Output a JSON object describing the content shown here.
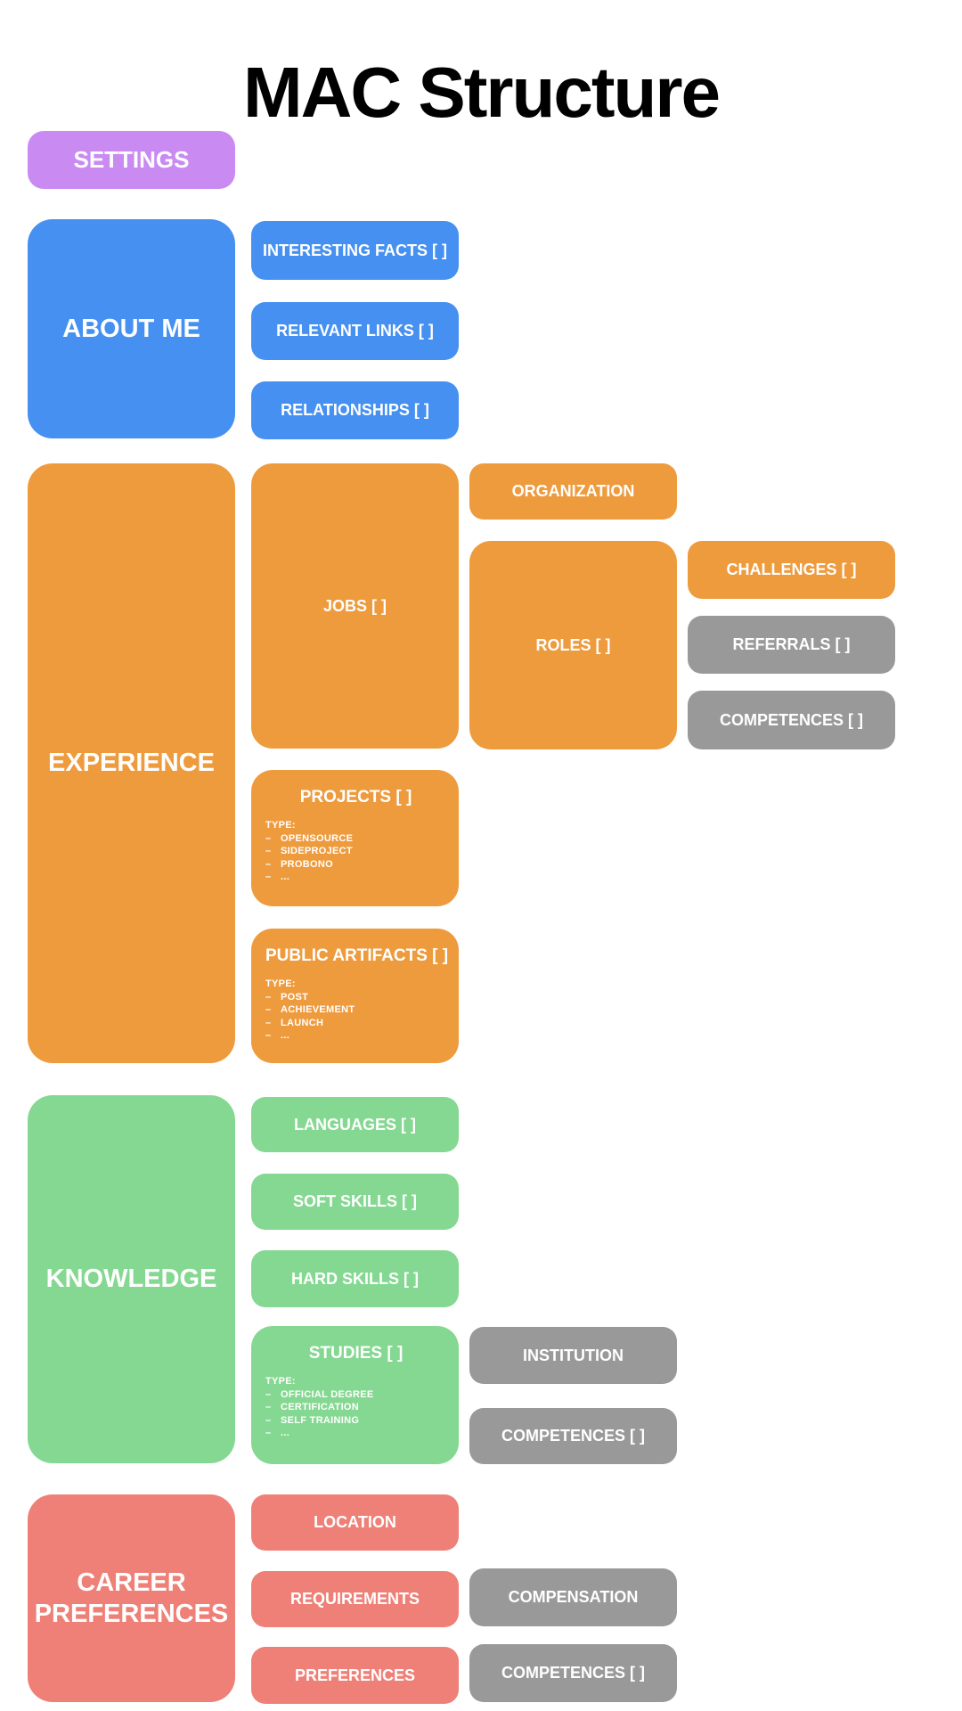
{
  "title": "MAC Structure",
  "markers": {
    "dash": "–"
  },
  "colors": {
    "purple": "#c98bf2",
    "blue": "#4590f1",
    "orange": "#ee9b3e",
    "green": "#85d892",
    "red": "#ee8077",
    "gray": "#999999"
  },
  "nodes": {
    "settings": {
      "label": "SETTINGS"
    },
    "about_me": {
      "label": "ABOUT ME"
    },
    "interesting_facts": {
      "label": "INTERESTING FACTS [ ]"
    },
    "relevant_links": {
      "label": "RELEVANT LINKS [ ]"
    },
    "relationships": {
      "label": "RELATIONSHIPS [ ]"
    },
    "experience": {
      "label": "EXPERIENCE"
    },
    "jobs": {
      "label": "JOBS [ ]"
    },
    "organization": {
      "label": "ORGANIZATION"
    },
    "roles": {
      "label": "ROLES [ ]"
    },
    "challenges": {
      "label": "CHALLENGES [ ]"
    },
    "referrals": {
      "label": "REFERRALS [ ]"
    },
    "competences_roles": {
      "label": "COMPETENCES [ ]"
    },
    "projects": {
      "label": "PROJECTS [ ]",
      "type_label": "TYPE:",
      "items": [
        "OPENSOURCE",
        "SIDEPROJECT",
        "PROBONO",
        "..."
      ]
    },
    "public_artifacts": {
      "label": "PUBLIC ARTIFACTS [ ]",
      "type_label": "TYPE:",
      "items": [
        "POST",
        "ACHIEVEMENT",
        "LAUNCH",
        "..."
      ]
    },
    "knowledge": {
      "label": "KNOWLEDGE"
    },
    "languages": {
      "label": "LANGUAGES [ ]"
    },
    "soft_skills": {
      "label": "SOFT SKILLS [ ]"
    },
    "hard_skills": {
      "label": "HARD SKILLS [ ]"
    },
    "studies": {
      "label": "STUDIES [ ]",
      "type_label": "TYPE:",
      "items": [
        "OFFICIAL DEGREE",
        "CERTIFICATION",
        "SELF TRAINING",
        "..."
      ]
    },
    "institution": {
      "label": "INSTITUTION"
    },
    "competences_studies": {
      "label": "COMPETENCES [ ]"
    },
    "career_preferences": {
      "label": "CAREER PREFERENCES"
    },
    "location": {
      "label": "LOCATION"
    },
    "requirements": {
      "label": "REQUIREMENTS"
    },
    "preferences": {
      "label": "PREFERENCES"
    },
    "compensation": {
      "label": "COMPENSATION"
    },
    "competences_career": {
      "label": "COMPETENCES [ ]"
    }
  }
}
